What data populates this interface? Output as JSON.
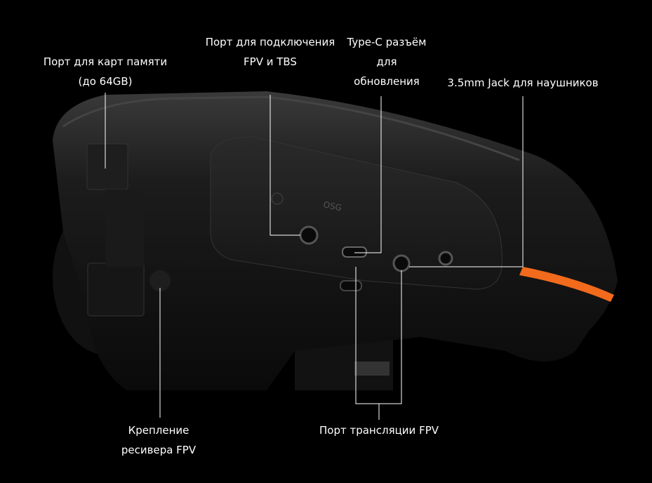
{
  "labels": {
    "memory_card": [
      "Порт для карт памяти",
      "(до 64GB)"
    ],
    "fpv_tbs": [
      "Порт для подключения",
      "FPV и TBS"
    ],
    "type_c": [
      "Type-C разъём",
      "для",
      "обновления"
    ],
    "jack": [
      "3.5mm Jack для наушников"
    ],
    "receiver_mount": [
      "Крепление",
      "ресивера FPV"
    ],
    "fpv_broadcast": [
      "Порт трансляции FPV"
    ]
  },
  "device_markings": {
    "osd": "OSG"
  },
  "colors": {
    "background": "#000000",
    "accent": "#f26a1b",
    "body": "#1a1a1a",
    "line": "#ffffff"
  }
}
